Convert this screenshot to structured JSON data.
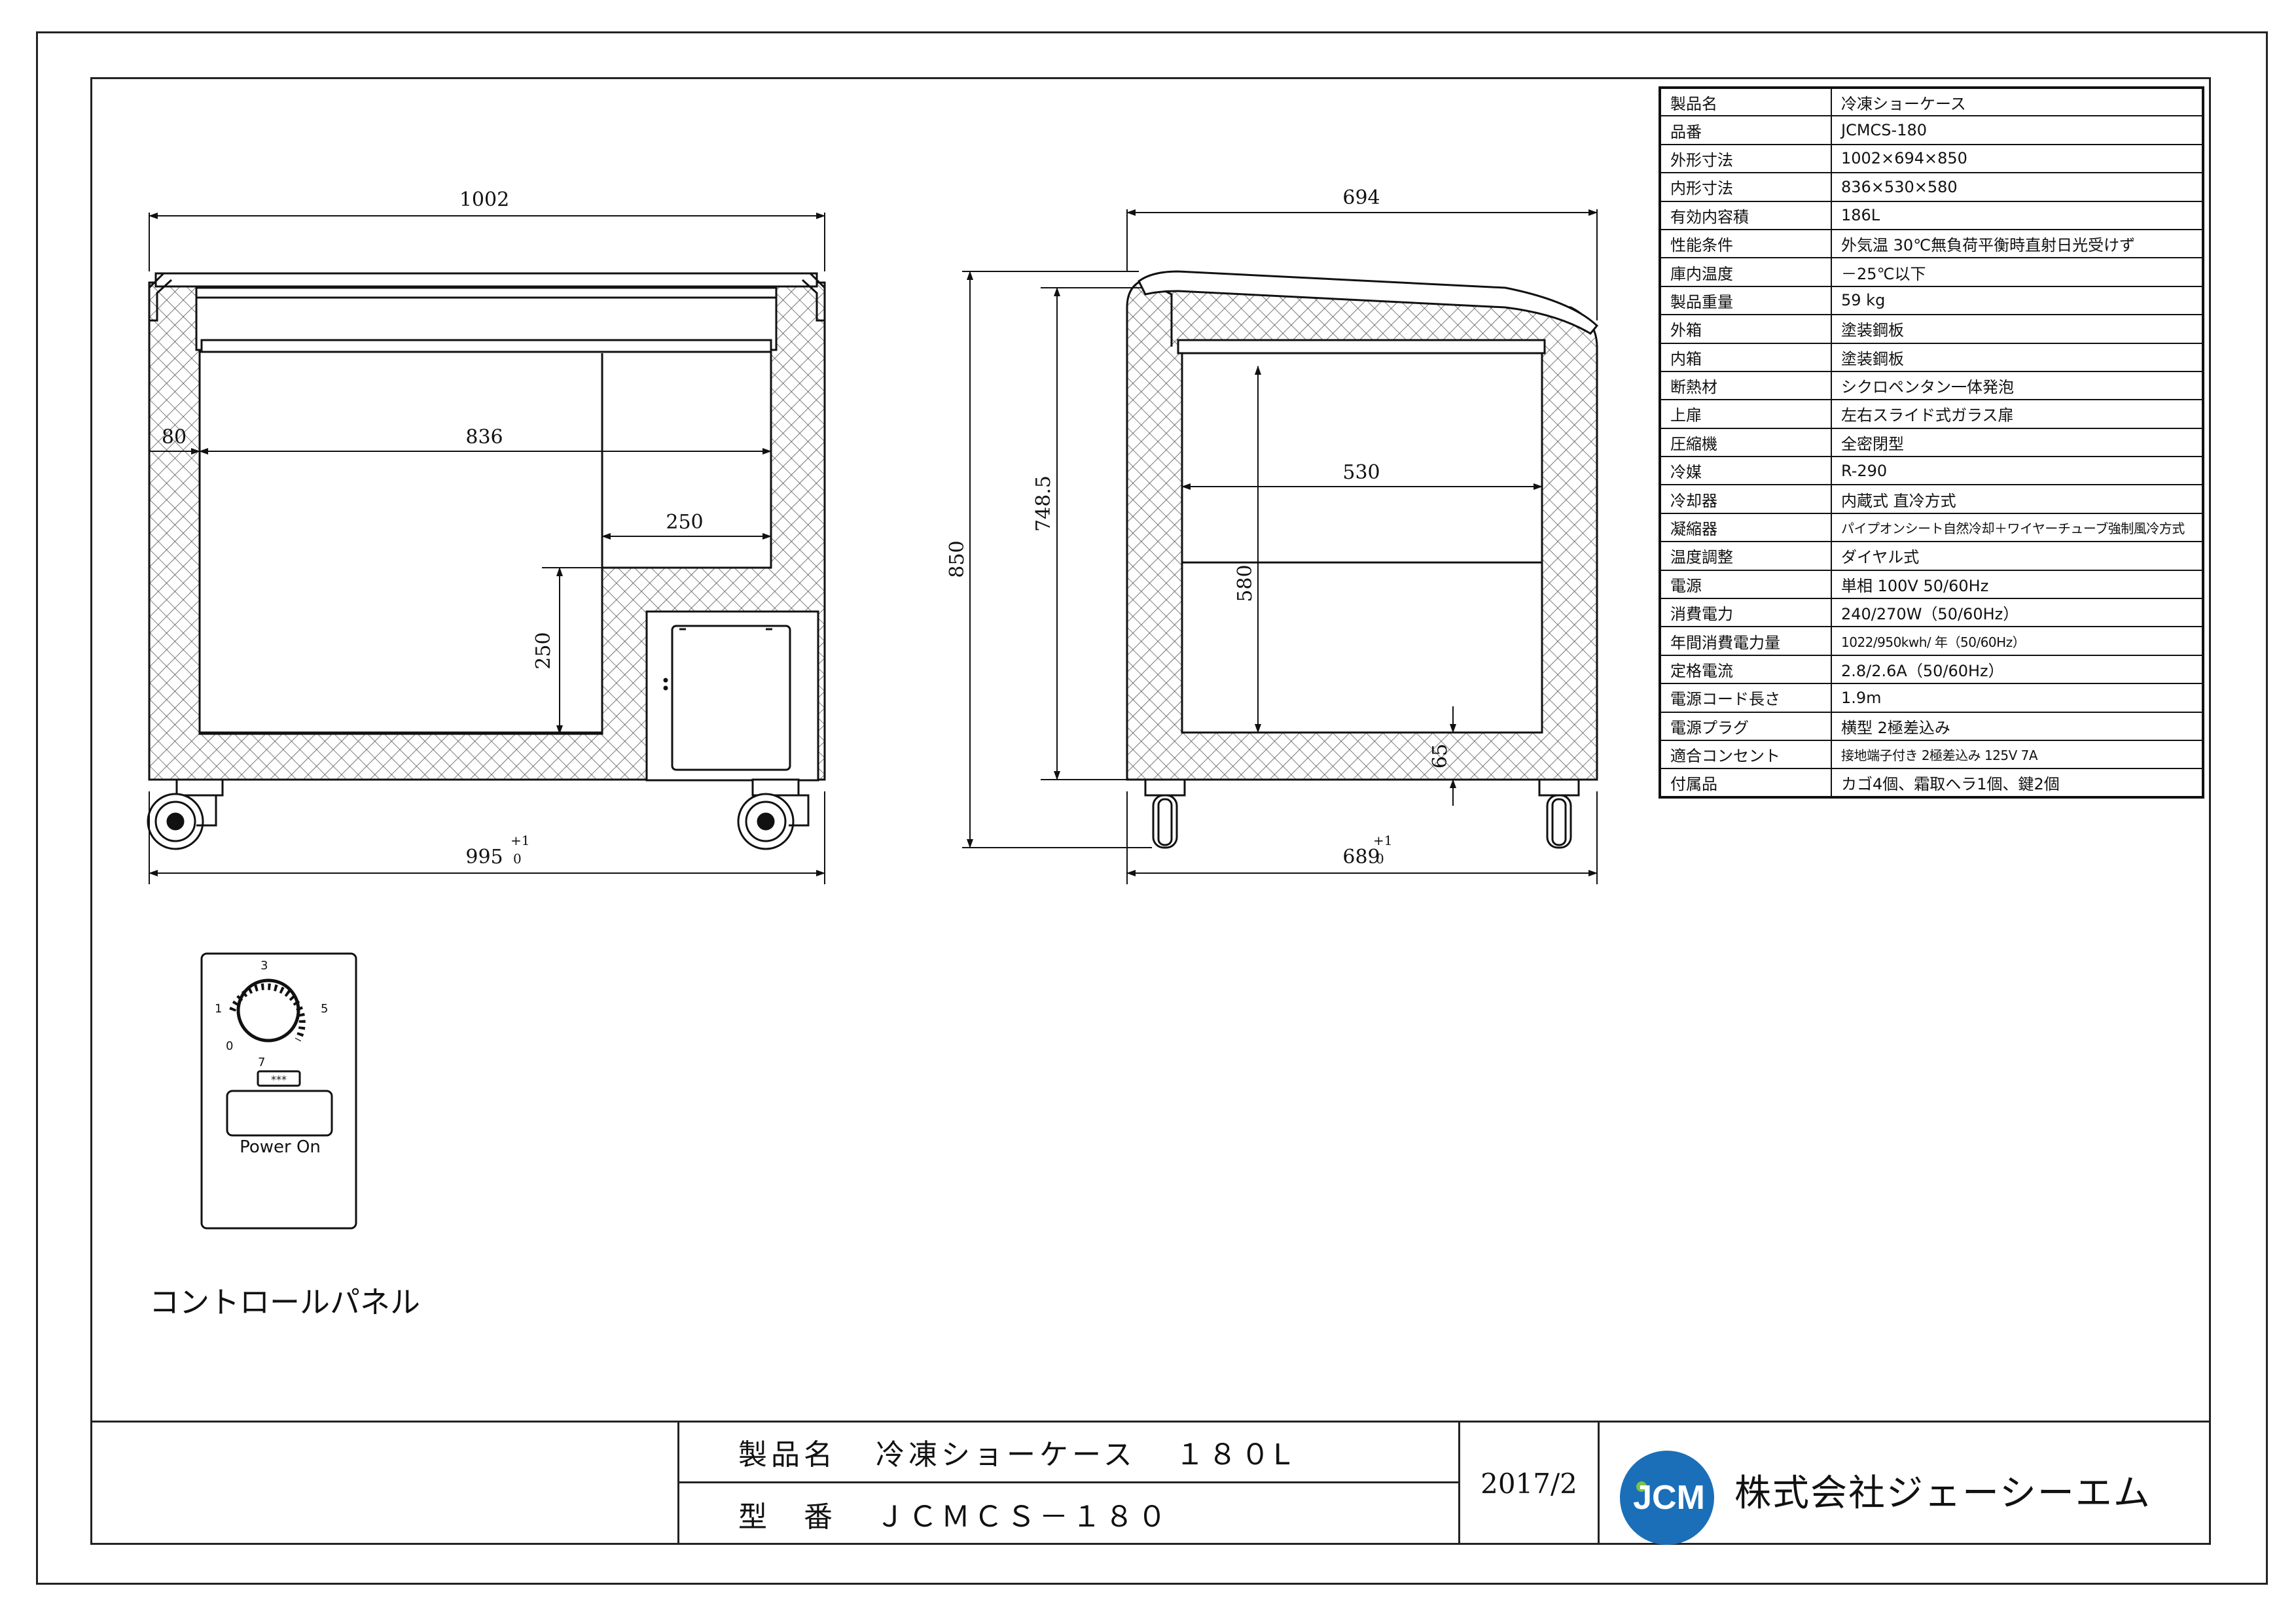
{
  "front_view": {
    "width": "1002",
    "inner_width": "836",
    "wall": "80",
    "step_width": "250",
    "step_height": "250",
    "base_width": "995",
    "base_tol_top": "+1",
    "base_tol_bottom": "0"
  },
  "side_view": {
    "depth": "694",
    "inner_depth": "530",
    "inner_height": "580",
    "height": "850",
    "rim_height": "748.5",
    "floor": "65",
    "base_depth": "689",
    "base_tol_top": "+1",
    "base_tol_bottom": "0"
  },
  "control_panel": {
    "dial_labels": [
      "3",
      "1",
      "5",
      "0",
      "7"
    ],
    "indicator": "***",
    "power_label": "Power On",
    "caption": "コントロールパネル"
  },
  "spec_table": [
    {
      "key": "製品名",
      "value": "冷凍ショーケース"
    },
    {
      "key": "品番",
      "value": "JCMCS-180"
    },
    {
      "key": "外形寸法",
      "value": "1002×694×850"
    },
    {
      "key": "内形寸法",
      "value": "836×530×580"
    },
    {
      "key": "有効内容積",
      "value": "186L"
    },
    {
      "key": "性能条件",
      "value": "外気温 30℃無負荷平衡時直射日光受けず"
    },
    {
      "key": "庫内温度",
      "value": "－25℃以下"
    },
    {
      "key": "製品重量",
      "value": "59 kg"
    },
    {
      "key": "外箱",
      "value": "塗装鋼板"
    },
    {
      "key": "内箱",
      "value": "塗装鋼板"
    },
    {
      "key": "断熱材",
      "value": "シクロペンタン一体発泡"
    },
    {
      "key": "上扉",
      "value": "左右スライド式ガラス扉"
    },
    {
      "key": "圧縮機",
      "value": "全密閉型"
    },
    {
      "key": "冷媒",
      "value": "R-290"
    },
    {
      "key": "冷却器",
      "value": "内蔵式  直冷方式"
    },
    {
      "key": "凝縮器",
      "value": "パイプオンシート自然冷却＋ワイヤーチューブ強制風冷方式"
    },
    {
      "key": "温度調整",
      "value": "ダイヤル式"
    },
    {
      "key": "電源",
      "value": "単相 100V  50/60Hz"
    },
    {
      "key": "消費電力",
      "value": "240/270W（50/60Hz）"
    },
    {
      "key": "年間消費電力量",
      "value": "1022/950kwh/ 年（50/60Hz）"
    },
    {
      "key": "定格電流",
      "value": "2.8/2.6A（50/60Hz）"
    },
    {
      "key": "電源コード長さ",
      "value": "1.9m"
    },
    {
      "key": "電源プラグ",
      "value": "横型  2極差込み"
    },
    {
      "key": "適合コンセント",
      "value": "接地端子付き  2極差込み  125V  7A"
    },
    {
      "key": "付属品",
      "value": "カゴ4個、霜取ヘラ1個、鍵2個"
    }
  ],
  "title_block": {
    "name_label": "製品名",
    "name_value": "冷凍ショーケース",
    "capacity": "１８０L",
    "model_label": "型　番",
    "model_value": "ＪＣＭＣＳ－１８０",
    "date": "2017/2",
    "logo_text": "JCM",
    "company": "株式会社ジェーシーエム"
  },
  "colors": {
    "line": "#111111",
    "logo_blue": "#1a6fb8",
    "logo_green": "#7cc242"
  }
}
